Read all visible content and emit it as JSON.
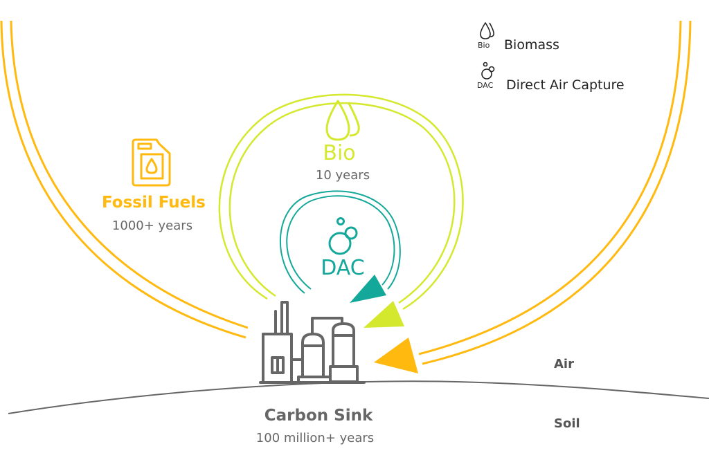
{
  "diagram": {
    "type": "carbon-cycle-timescales",
    "colors": {
      "fossil": "#FFB90F",
      "bio": "#D4E82E",
      "dac": "#14A89A",
      "ink": "#666666",
      "ground_line": "#666666"
    },
    "legend": [
      {
        "icon": "bio-droplets-icon",
        "tag": "Bio",
        "label": "Biomass"
      },
      {
        "icon": "dac-bubbles-icon",
        "tag": "DAC",
        "label": "Direct Air Capture"
      }
    ],
    "cycles": {
      "fossil": {
        "icon": "fuel-canister-icon",
        "title": "Fossil Fuels",
        "duration": "1000+ years"
      },
      "bio": {
        "icon": "bio-droplets-icon",
        "title": "Bio",
        "duration": "10 years"
      },
      "dac": {
        "icon": "dac-bubbles-icon",
        "title": "DAC"
      }
    },
    "sink": {
      "icon": "factory-icon",
      "title": "Carbon Sink",
      "duration": "100 million+ years"
    },
    "layers": {
      "air": "Air",
      "soil": "Soil"
    }
  }
}
